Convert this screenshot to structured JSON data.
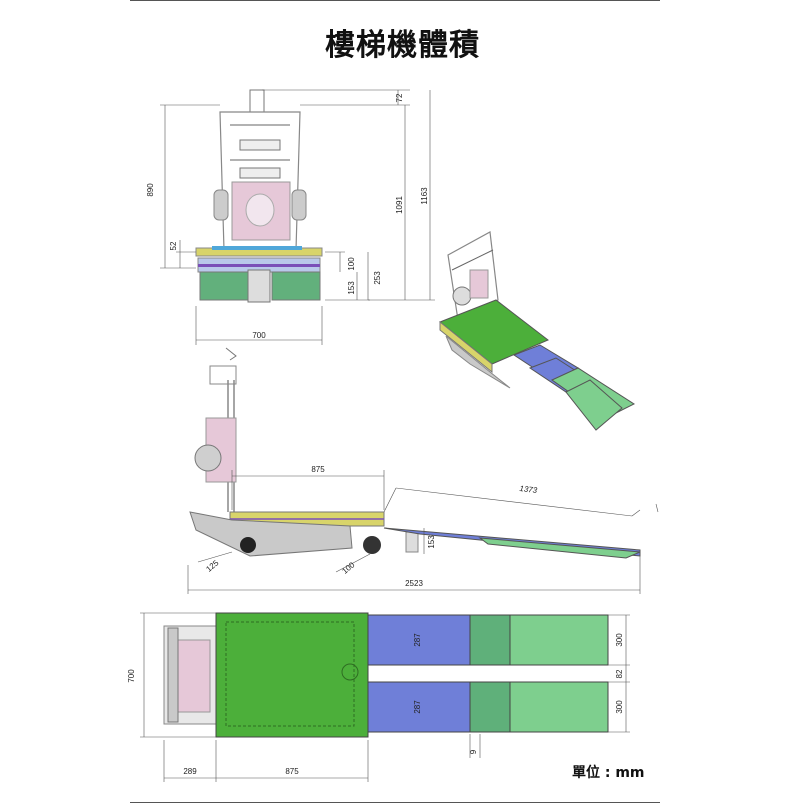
{
  "title": "樓梯機體積",
  "unit_label": "單位 : mm",
  "dimensions": {
    "front": {
      "top_gap": "72",
      "height_890": "890",
      "base_52": "52",
      "h_100": "100",
      "h_153": "153",
      "h_253": "253",
      "total_1091": "1091",
      "total_1163": "1163",
      "width_700": "700"
    },
    "side": {
      "platform_875": "875",
      "ramp_1373": "1373",
      "h_153": "153",
      "track_125": "125",
      "track_100": "100",
      "total_2523": "2523"
    },
    "top": {
      "width_700": "700",
      "rear_289": "289",
      "platform_875": "875",
      "ramp_287a": "287",
      "ramp_287b": "287",
      "ramp_300a": "300",
      "gap_82": "82",
      "ramp_300b": "300",
      "gap_9": "9"
    }
  },
  "colors": {
    "platform_green": "#4caf3a",
    "ramp_blue": "#6f7fd8",
    "ramp_light_green": "#7ecf8e",
    "frame_yellow": "#e8e26a",
    "track_grey": "#c9c9c9"
  }
}
